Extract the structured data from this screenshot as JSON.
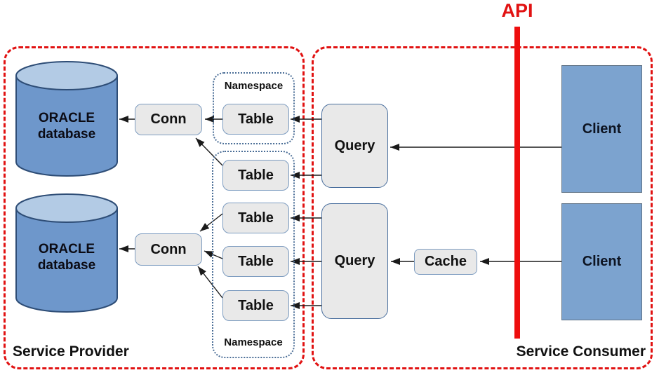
{
  "api": {
    "label": "API"
  },
  "provider": {
    "label": "Service Provider",
    "databases": [
      {
        "line1": "ORACLE",
        "line2": "database"
      },
      {
        "line1": "ORACLE",
        "line2": "database"
      }
    ],
    "connections": [
      {
        "label": "Conn"
      },
      {
        "label": "Conn"
      }
    ],
    "namespaces": [
      {
        "label": "Namespace"
      },
      {
        "label": "Namespace"
      }
    ],
    "tables": [
      {
        "label": "Table"
      },
      {
        "label": "Table"
      },
      {
        "label": "Table"
      },
      {
        "label": "Table"
      },
      {
        "label": "Table"
      }
    ]
  },
  "consumer": {
    "label": "Service Consumer",
    "queries": [
      {
        "label": "Query"
      },
      {
        "label": "Query"
      }
    ],
    "cache": {
      "label": "Cache"
    },
    "clients": [
      {
        "label": "Client"
      },
      {
        "label": "Client"
      }
    ]
  },
  "colors": {
    "accent_red": "#e11212",
    "box_fill": "#e9e9e9",
    "box_border": "#7d9cc0",
    "db_body": "#6e97cb",
    "db_top": "#b3cbe5",
    "db_border": "#2e4d76",
    "client_fill": "#7ca3cf",
    "namespace_border": "#4a6d96",
    "arrow": "#1a1a1a"
  }
}
